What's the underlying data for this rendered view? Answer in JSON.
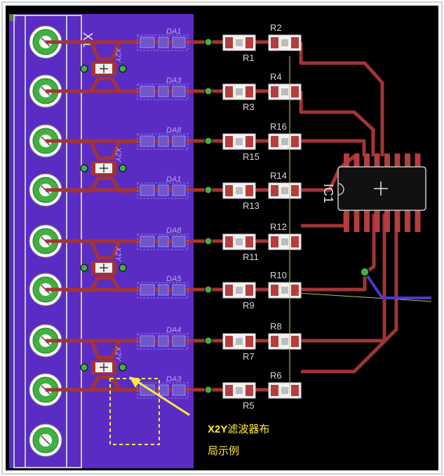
{
  "title": "",
  "board_colors": {
    "frame": "#cfcfcf",
    "background": "#000000",
    "copper_bottom": "#5b2cc4",
    "trace_top": "#a33434",
    "via_green": "#40b040",
    "pad_gray": "#b7b7b7",
    "pad_red": "#b53d3d",
    "annotation_yellow": "#ffeb3b"
  },
  "connector": {
    "label": "X1",
    "terminal_count": 9
  },
  "filter_label": "X2Y",
  "tvs_labels": [
    "DA1",
    "DA3",
    "DA8",
    "DA1",
    "DA8",
    "DA5",
    "DA4",
    "DA3"
  ],
  "resistor_rows": [
    {
      "left": "R1",
      "right": "R2"
    },
    {
      "left": "R3",
      "right": "R4"
    },
    {
      "left": "R15",
      "right": "R16"
    },
    {
      "left": "R13",
      "right": "R14"
    },
    {
      "left": "R11",
      "right": "R12"
    },
    {
      "left": "R9",
      "right": "R10"
    },
    {
      "left": "R7",
      "right": "R8"
    },
    {
      "left": "R5",
      "right": "R6"
    }
  ],
  "ic": {
    "label": "IC1",
    "pins_per_side": 8
  },
  "annotation": {
    "line1_bold": "X2Y",
    "line1_rest": "滤波器布",
    "line2": "局示例"
  }
}
